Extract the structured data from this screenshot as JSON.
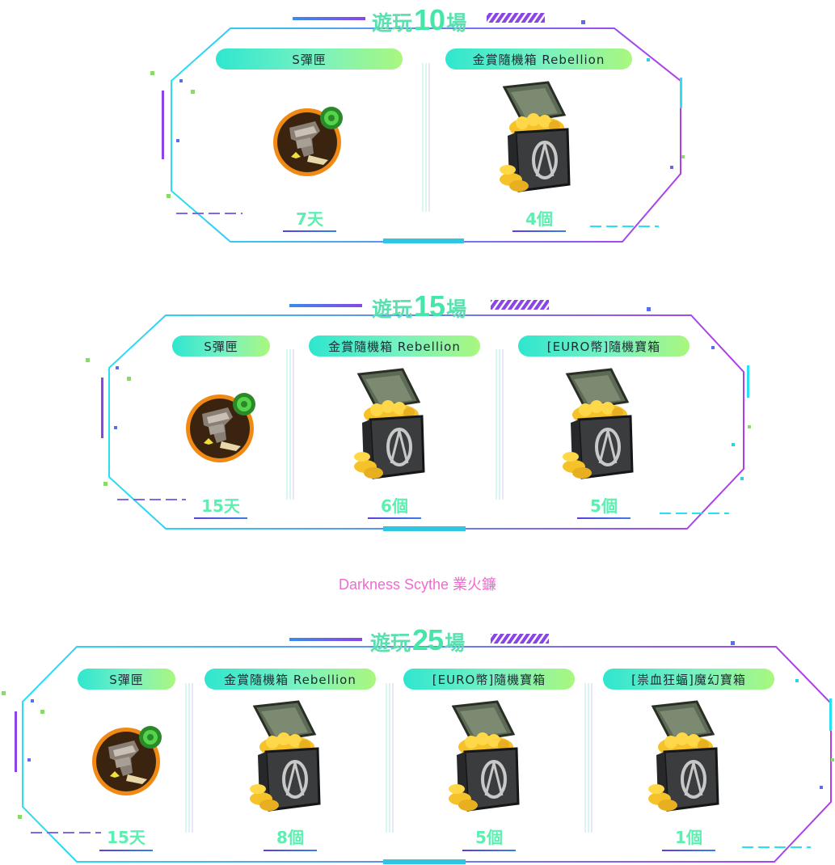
{
  "sections": [
    {
      "title_prefix": "遊玩",
      "title_number": "10",
      "title_suffix": "場",
      "rewards": [
        {
          "name": "S彈匣",
          "quantity": "7天",
          "icon": "magazine-icon"
        },
        {
          "name": "金賞隨機箱 Rebellion",
          "quantity": "4個",
          "icon": "treasure-chest-icon"
        }
      ]
    },
    {
      "title_prefix": "遊玩",
      "title_number": "15",
      "title_suffix": "場",
      "rewards": [
        {
          "name": "S彈匣",
          "quantity": "15天",
          "icon": "magazine-icon"
        },
        {
          "name": "金賞隨機箱 Rebellion",
          "quantity": "6個",
          "icon": "treasure-chest-icon"
        },
        {
          "name": "[EURO幣]隨機寶箱",
          "quantity": "5個",
          "icon": "treasure-chest-icon"
        }
      ]
    },
    {
      "title_prefix": "遊玩",
      "title_number": "25",
      "title_suffix": "場",
      "rewards": [
        {
          "name": "S彈匣",
          "quantity": "15天",
          "icon": "magazine-icon"
        },
        {
          "name": "金賞隨機箱 Rebellion",
          "quantity": "8個",
          "icon": "treasure-chest-icon"
        },
        {
          "name": "[EURO幣]隨機寶箱",
          "quantity": "5個",
          "icon": "treasure-chest-icon"
        },
        {
          "name": "[祟血狂蝠]魔幻寶箱",
          "quantity": "1個",
          "icon": "treasure-chest-icon"
        }
      ]
    }
  ],
  "subtitle": "Darkness Scythe 業火鐮",
  "colors": {
    "frame_cyan": "#2fd9f0",
    "frame_purple": "#a13be8",
    "accent_green": "#5cf0b0",
    "subtitle_pink": "#f06bd0"
  }
}
